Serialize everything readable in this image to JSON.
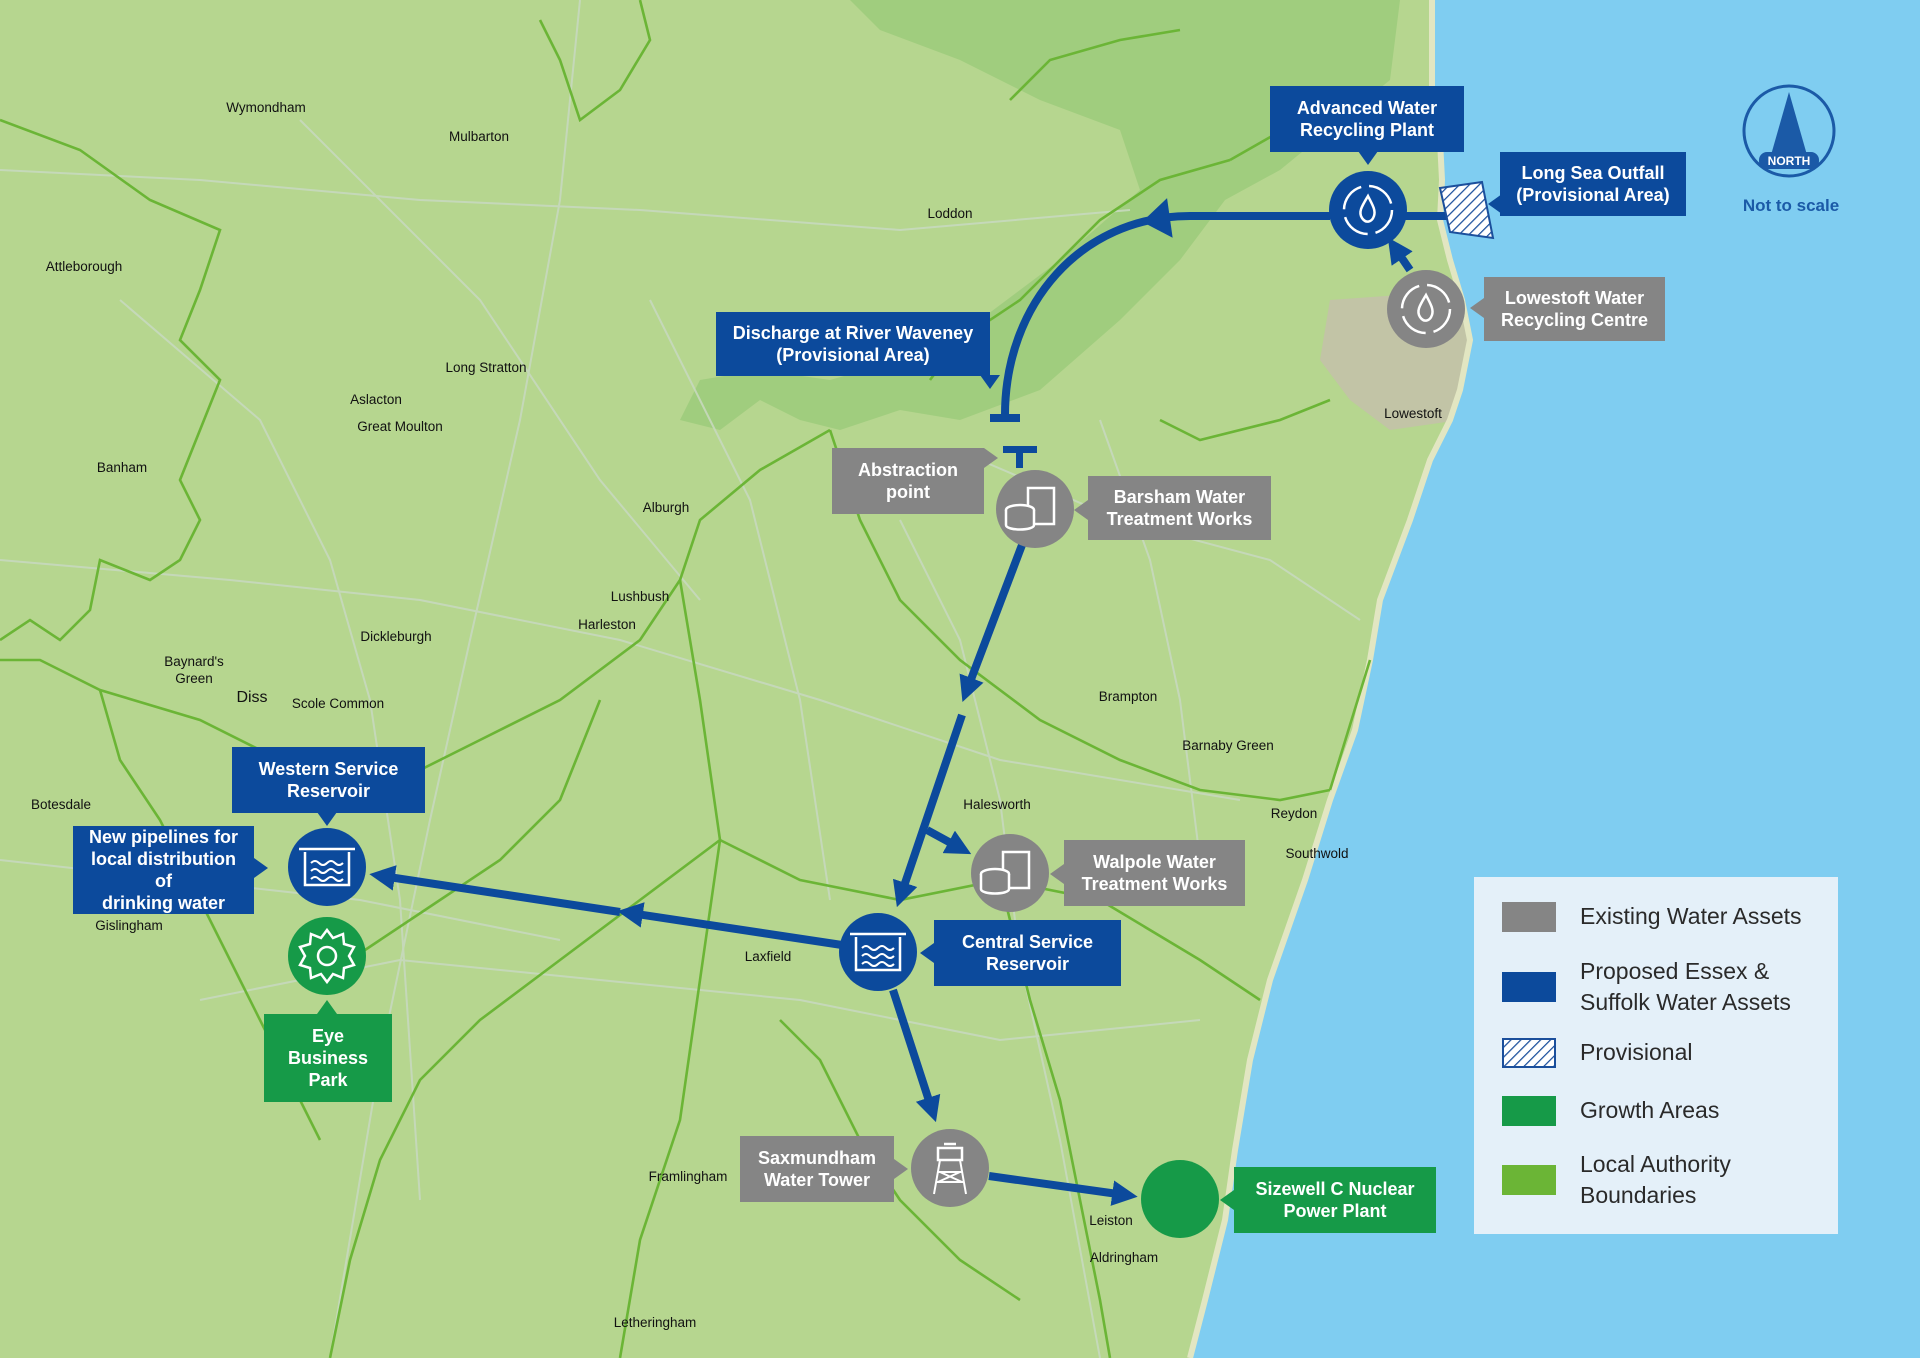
{
  "towns": [
    {
      "name": "Wymondham"
    },
    {
      "name": "Mulbarton"
    },
    {
      "name": "Attleborough"
    },
    {
      "name": "Loddon"
    },
    {
      "name": "Long Stratton"
    },
    {
      "name": "Aslacton"
    },
    {
      "name": "Great Moulton"
    },
    {
      "name": "Banham"
    },
    {
      "name": "Alburgh"
    },
    {
      "name": "Lushbush"
    },
    {
      "name": "Harleston"
    },
    {
      "name": "Dickleburgh"
    },
    {
      "name": "Baynard's"
    },
    {
      "name": "Green"
    },
    {
      "name": "Diss"
    },
    {
      "name": "Scole Common"
    },
    {
      "name": "Botesdale"
    },
    {
      "name": "Gislingham"
    },
    {
      "name": "Lowestoft"
    },
    {
      "name": "Brampton"
    },
    {
      "name": "Barnaby Green"
    },
    {
      "name": "Halesworth"
    },
    {
      "name": "Reydon"
    },
    {
      "name": "Southwold"
    },
    {
      "name": "Laxfield"
    },
    {
      "name": "Framlingham"
    },
    {
      "name": "Leiston"
    },
    {
      "name": "Aldringham"
    },
    {
      "name": "Letheringham"
    }
  ],
  "labels": {
    "advanced_water": [
      "Advanced Water",
      "Recycling Plant"
    ],
    "long_sea_outfall": [
      "Long Sea Outfall",
      "(Provisional Area)"
    ],
    "lowestoft_wrc": [
      "Lowestoft Water",
      "Recycling Centre"
    ],
    "discharge": [
      "Discharge at River Waveney",
      "(Provisional Area)"
    ],
    "abstraction": [
      "Abstraction",
      "point"
    ],
    "barsham": [
      "Barsham Water",
      "Treatment Works"
    ],
    "western_reservoir": [
      "Western Service",
      "Reservoir"
    ],
    "new_pipelines": [
      "New pipelines for",
      "local distribution of",
      "drinking water"
    ],
    "walpole": [
      "Walpole Water",
      "Treatment Works"
    ],
    "central_reservoir": [
      "Central Service",
      "Reservoir"
    ],
    "eye_business": [
      "Eye",
      "Business",
      "Park"
    ],
    "saxmundham": [
      "Saxmundham",
      "Water Tower"
    ],
    "sizewell": [
      "Sizewell C Nuclear",
      "Power Plant"
    ]
  },
  "compass": {
    "label": "NORTH"
  },
  "scale_note": "Not to scale",
  "legend": {
    "items": [
      {
        "label": [
          "Existing Water Assets"
        ],
        "swatch": "existing"
      },
      {
        "label": [
          "Proposed Essex &",
          "Suffolk Water Assets"
        ],
        "swatch": "proposed"
      },
      {
        "label": [
          "Provisional"
        ],
        "swatch": "provisional"
      },
      {
        "label": [
          "Growth Areas"
        ],
        "swatch": "growth"
      },
      {
        "label": [
          "Local Authority",
          "Boundaries"
        ],
        "swatch": "boundary"
      }
    ]
  },
  "colors": {
    "land": "#b6d68f",
    "sea": "#7fcdf1",
    "proposed": "#0c4a9c",
    "existing": "#858585",
    "growth": "#169a48",
    "boundary": "#6bb536",
    "legend_bg": "#e4f0f9"
  }
}
